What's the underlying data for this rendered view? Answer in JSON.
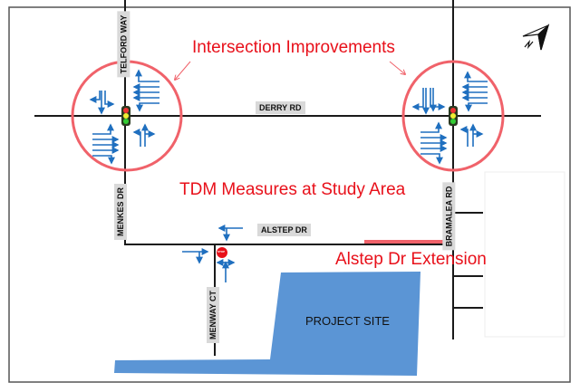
{
  "roads": {
    "telford": "TELFORD WAY",
    "derry": "DERRY RD",
    "menkes": "MENKES DR",
    "alstep": "ALSTEP DR",
    "bramalea": "BRAMALEA RD",
    "menway": "MENWAY CT"
  },
  "annotations": {
    "intersection": "Intersection Improvements",
    "tdm": "TDM Measures at Study Area",
    "extension": "Alstep Dr Extension",
    "site": "PROJECT SITE",
    "stop": "STOP",
    "north": "N"
  },
  "colors": {
    "road": "#1a1a1a",
    "arrow": "#1f6fbf",
    "circle": "#f0626a",
    "text_red": "#e8101a",
    "site": "#5b95d5",
    "extension": "#f0626a"
  }
}
